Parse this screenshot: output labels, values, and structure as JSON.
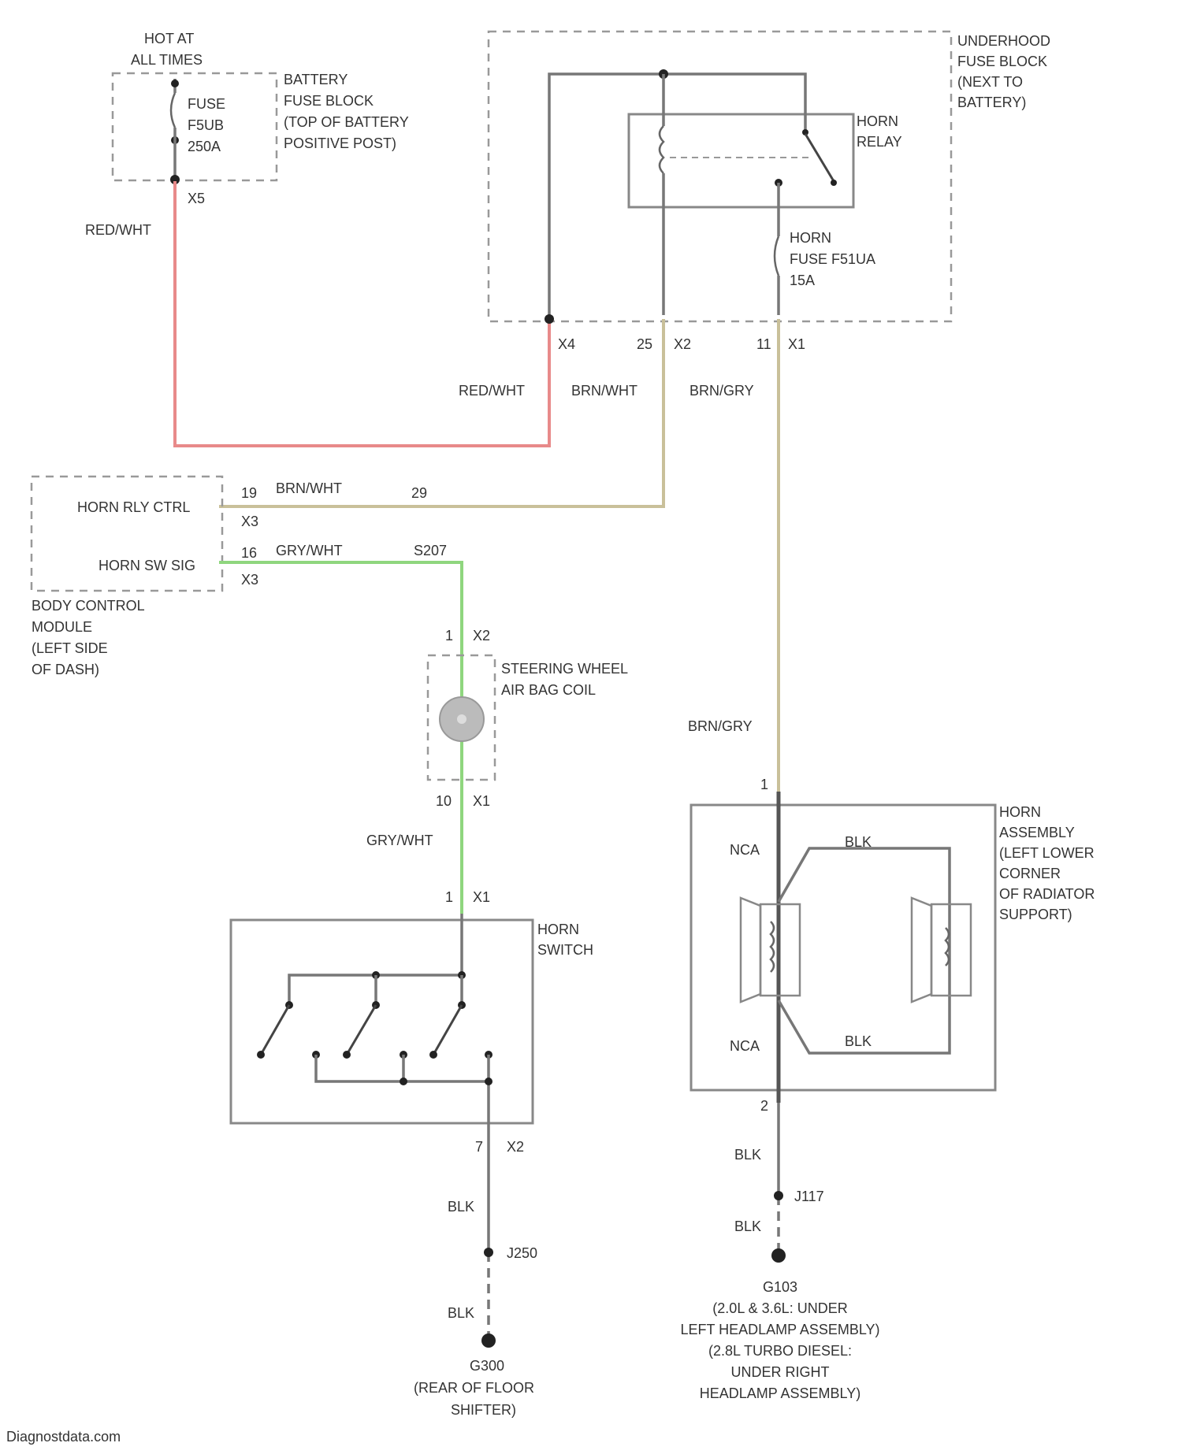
{
  "labels": {
    "hot_at_all_times": [
      "HOT AT",
      "ALL TIMES"
    ],
    "battery_fuse": [
      "FUSE",
      "F5UB",
      "250A"
    ],
    "battery_fuse_block": [
      "BATTERY",
      "FUSE BLOCK",
      "(TOP OF BATTERY",
      "POSITIVE POST)"
    ],
    "battery_x_pin": "X5",
    "wire_red_white_1": "RED/WHT",
    "underhood_fuse_block": [
      "UNDERHOOD",
      "FUSE BLOCK",
      "(NEXT TO",
      "BATTERY)"
    ],
    "horn_relay": [
      "HORN",
      "RELAY"
    ],
    "horn_fuse": [
      "HORN",
      "FUSE F51UA",
      "15A"
    ],
    "pin_x4": "X4",
    "pin_25": "25",
    "pin_x2_top": "X2",
    "pin_11": "11",
    "pin_x1_top": "X1",
    "wire_red_white_2": "RED/WHT",
    "wire_brn_wht_top": "BRN/WHT",
    "wire_brn_gry_top": "BRN/GRY",
    "bcm_horn_rly": "HORN RLY CTRL",
    "bcm_horn_sw": "HORN SW SIG",
    "bcm_pin_19": "19",
    "bcm_pin_x3a": "X3",
    "bcm_pin_16": "16",
    "bcm_pin_x3b": "X3",
    "wire_brn_wht_bcm": "BRN/WHT",
    "wire_gry_wht_bcm": "GRY/WHT",
    "splice_29": "29",
    "splice_s207": "S207",
    "bcm_label": [
      "BODY CONTROL",
      "MODULE",
      "(LEFT SIDE",
      "OF DASH)"
    ],
    "coil_pin_1": "1",
    "coil_pin_x2": "X2",
    "coil_label": [
      "STEERING WHEEL",
      "AIR BAG COIL"
    ],
    "coil_pin_10": "10",
    "coil_pin_x1": "X1",
    "wire_gry_wht_coil": "GRY/WHT",
    "sw_pin_1": "1",
    "sw_pin_x1": "X1",
    "horn_switch": [
      "HORN",
      "SWITCH"
    ],
    "sw_pin_7": "7",
    "sw_pin_x2": "X2",
    "wire_blk_1": "BLK",
    "splice_j250": "J250",
    "wire_blk_2": "BLK",
    "ground_left": [
      "G300",
      "(REAR OF FLOOR",
      "SHIFTER)"
    ],
    "wire_brn_gry_mid": "BRN/GRY",
    "horn_pin_1": "1",
    "horn_nca_top": "NCA",
    "horn_blk_top": "BLK",
    "horn_nca_bot": "NCA",
    "horn_blk_bot": "BLK",
    "horn_assembly": [
      "HORN",
      "ASSEMBLY",
      "(LEFT LOWER",
      "CORNER",
      "OF RADIATOR",
      "SUPPORT)"
    ],
    "horn_pin_2": "2",
    "wire_blk_3": "BLK",
    "splice_j117": "J117",
    "wire_blk_4": "BLK",
    "ground_right": [
      "G103",
      "(2.0L & 3.6L: UNDER",
      "LEFT HEADLAMP ASSEMBLY)",
      "(2.8L TURBO DIESEL:",
      "UNDER RIGHT",
      "HEADLAMP ASSEMBLY)"
    ],
    "watermark": "Diagnostdata.com"
  },
  "colors": {
    "red_wht": "#e88a8a",
    "brn_wht": "#c9c09a",
    "gry_wht": "#8fd67e",
    "wire_default": "#777777"
  }
}
